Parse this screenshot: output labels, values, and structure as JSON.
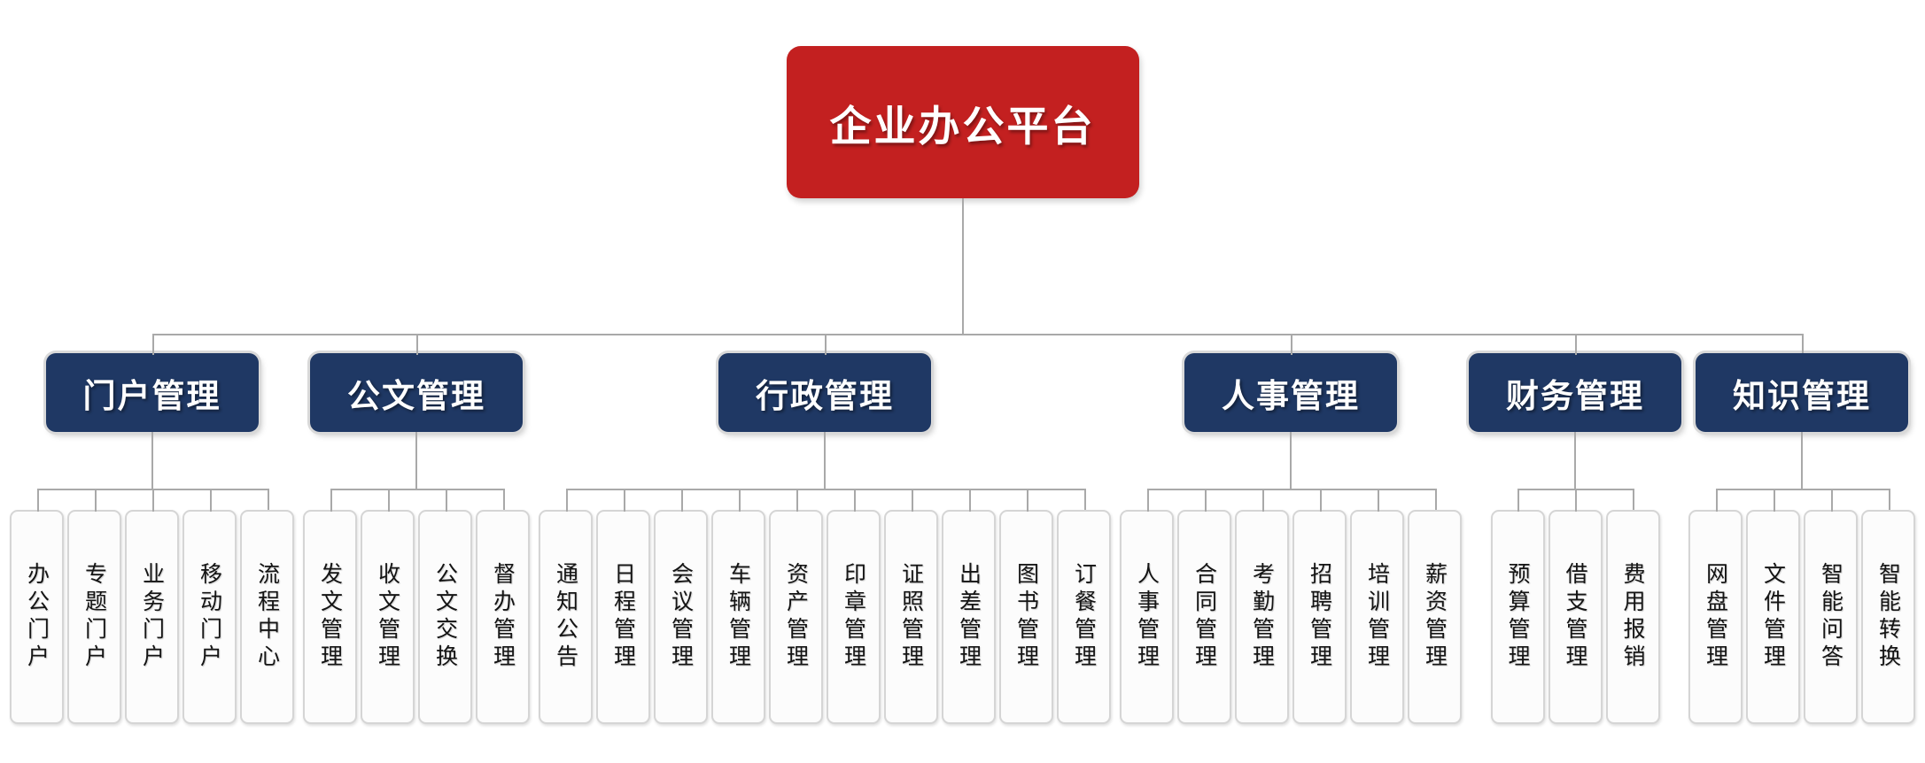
{
  "root": {
    "label": "企业办公平台"
  },
  "colors": {
    "root_bg": "#C32020",
    "section_bg": "#1F3864",
    "leaf_bg": "#FCFCFC",
    "connector": "#A9A9A9"
  },
  "sections": [
    {
      "label": "门户管理",
      "items": [
        "办公门户",
        "专题门户",
        "业务门户",
        "移动门户",
        "流程中心"
      ]
    },
    {
      "label": "公文管理",
      "items": [
        "发文管理",
        "收文管理",
        "公文交换",
        "督办管理"
      ]
    },
    {
      "label": "行政管理",
      "items": [
        "通知公告",
        "日程管理",
        "会议管理",
        "车辆管理",
        "资产管理",
        "印章管理",
        "证照管理",
        "出差管理",
        "图书管理",
        "订餐管理"
      ]
    },
    {
      "label": "人事管理",
      "items": [
        "人事管理",
        "合同管理",
        "考勤管理",
        "招聘管理",
        "培训管理",
        "薪资管理"
      ]
    },
    {
      "label": "财务管理",
      "items": [
        "预算管理",
        "借支管理",
        "费用报销"
      ]
    },
    {
      "label": "知识管理",
      "items": [
        "网盘管理",
        "文件管理",
        "智能问答",
        "智能转换"
      ]
    }
  ]
}
